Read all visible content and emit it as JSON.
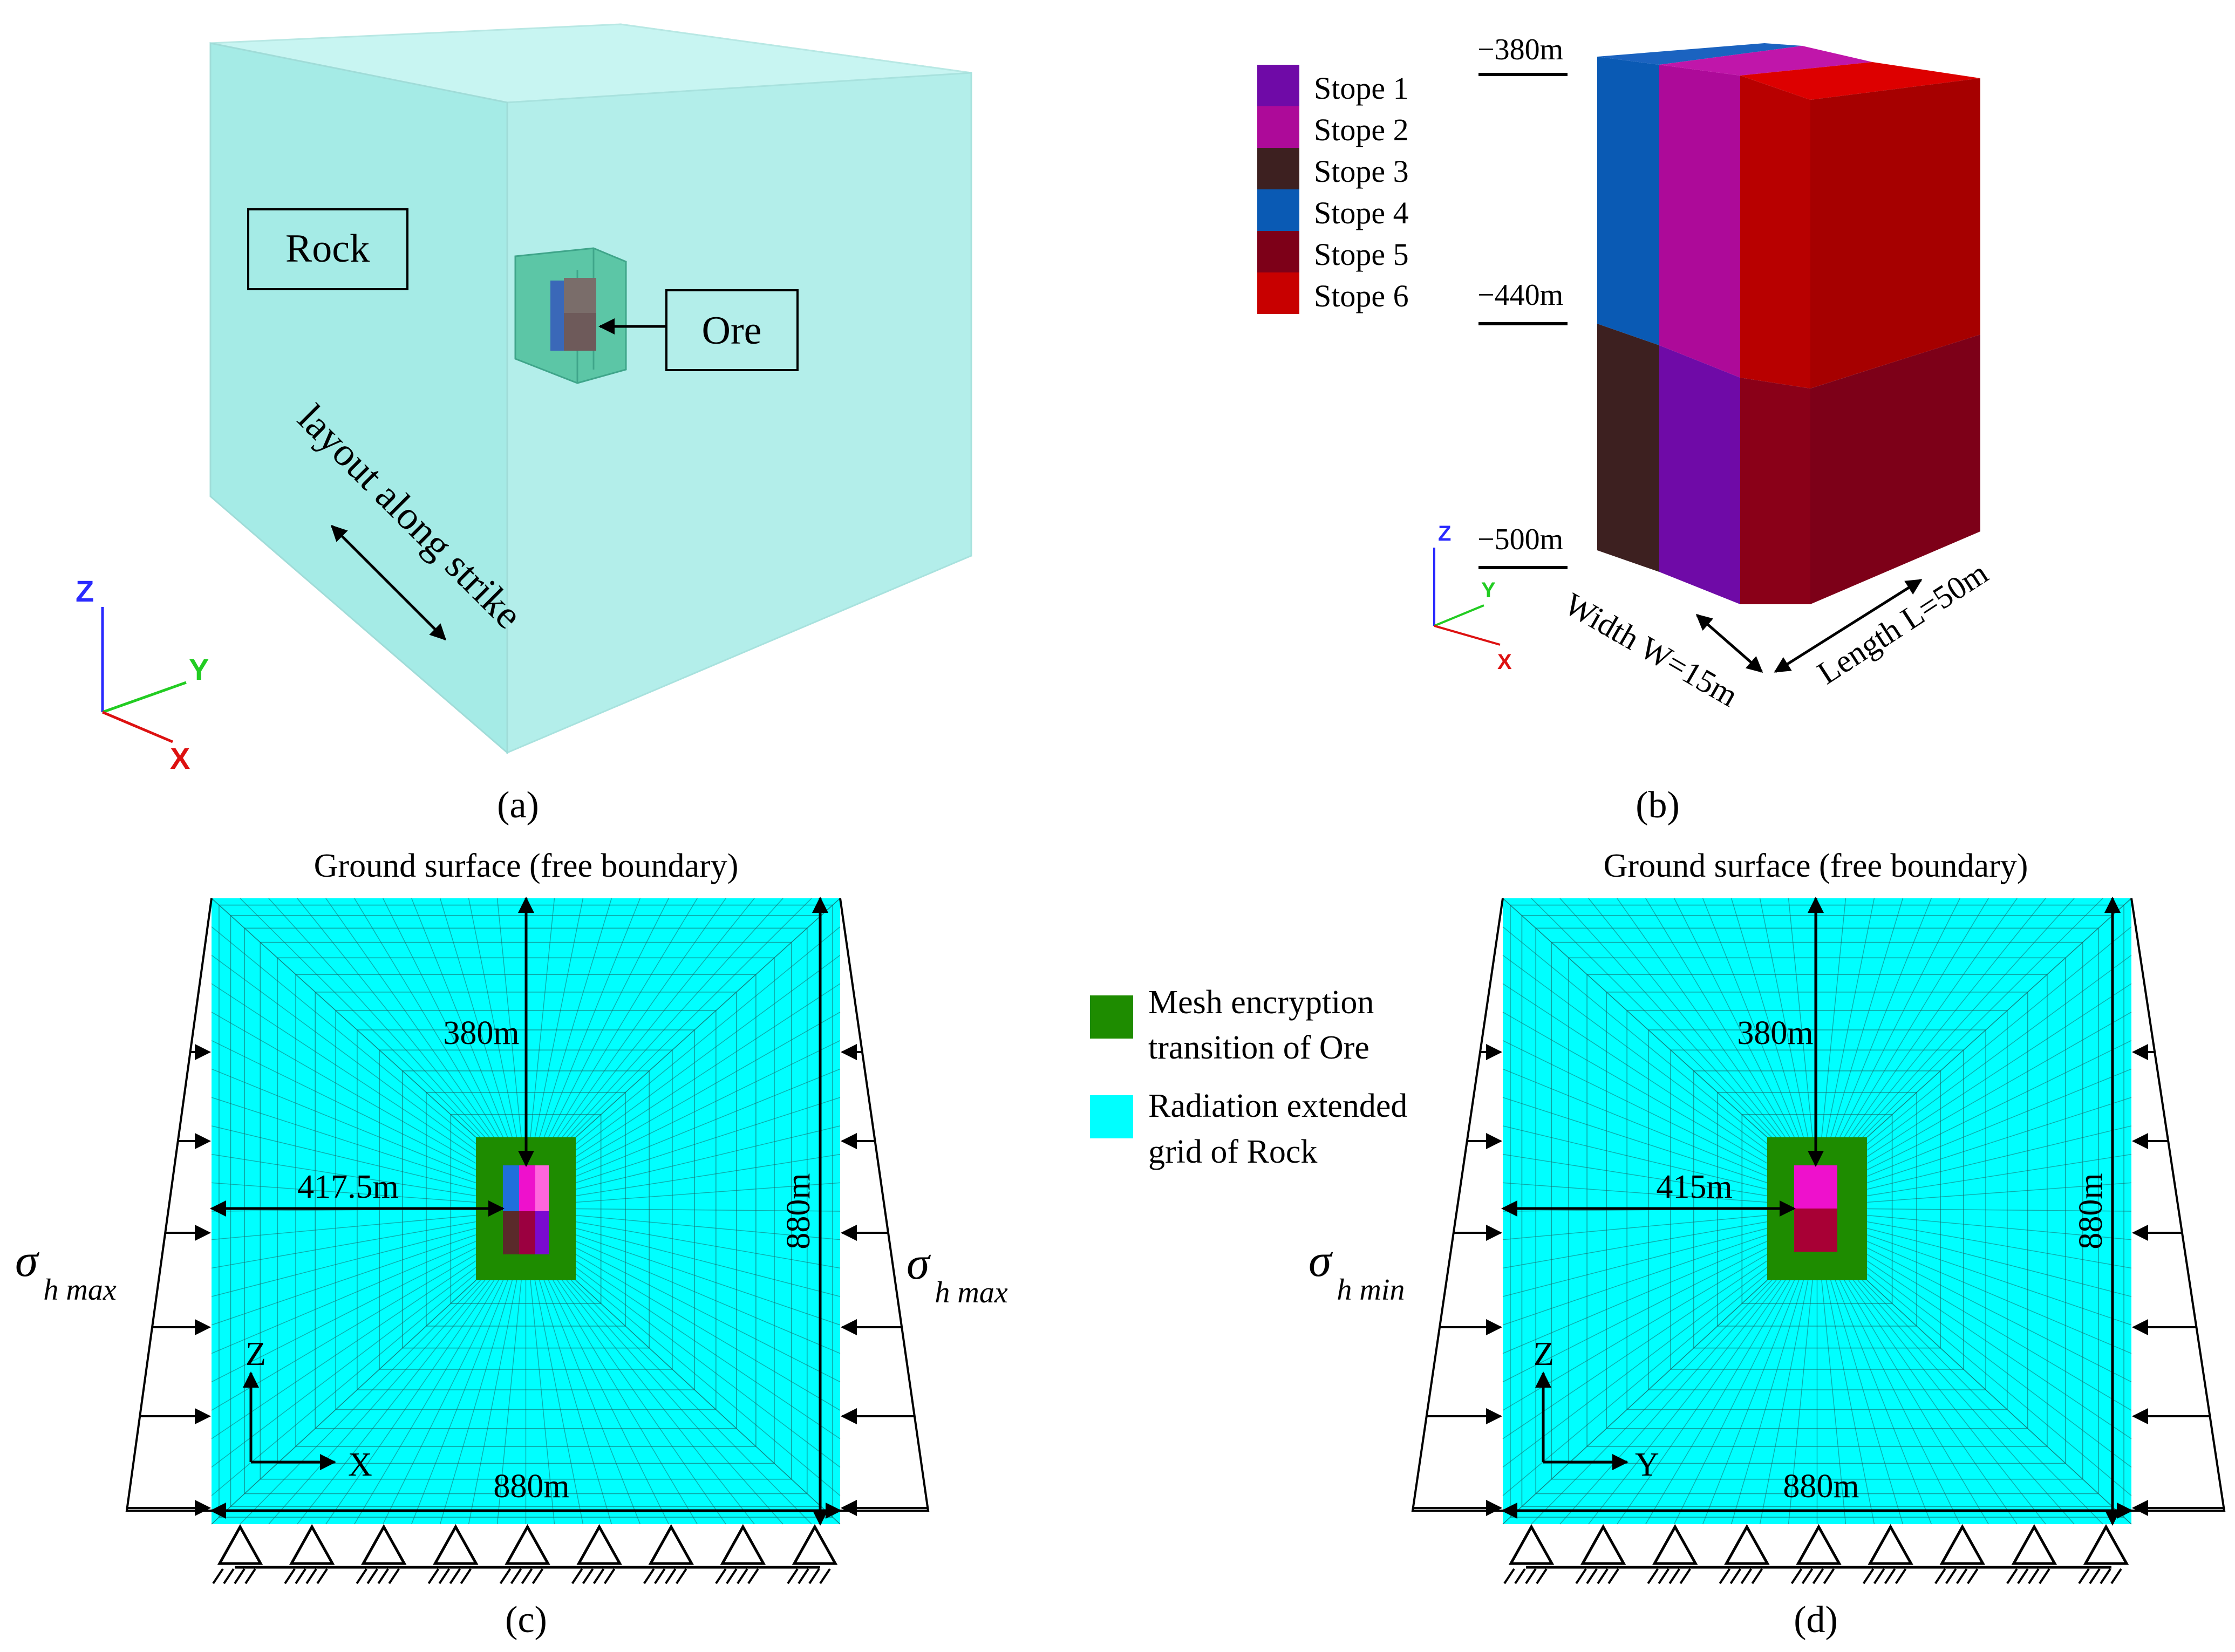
{
  "panel_a": {
    "caption": "(a)",
    "rock_label": "Rock",
    "ore_label": "Ore",
    "strike_label": "layout along strike",
    "axes": {
      "z": "Z",
      "y": "Y",
      "x": "X"
    }
  },
  "panel_b": {
    "caption": "(b)",
    "legend": [
      {
        "label": "Stope 1",
        "color": "#6f0aa7"
      },
      {
        "label": "Stope 2",
        "color": "#ad0a99"
      },
      {
        "label": "Stope 3",
        "color": "#3d2020"
      },
      {
        "label": "Stope 4",
        "color": "#0a5ab4"
      },
      {
        "label": "Stope 5",
        "color": "#7d0018"
      },
      {
        "label": "Stope 6",
        "color": "#c80000"
      }
    ],
    "depth_labels": [
      "−380m",
      "−440m",
      "−500m"
    ],
    "width_label": "Width W=15m",
    "length_label": "Length L=50m",
    "axes": {
      "z": "Z",
      "y": "Y",
      "x": "X"
    }
  },
  "panel_c": {
    "caption": "(c)",
    "title": "Ground surface (free boundary)",
    "depth_label": "380m",
    "offset_label": "417.5m",
    "height_label": "880m",
    "width_label": "880m",
    "stress_symbol": "σ",
    "stress_subscript": "h max",
    "axis_vertical": "Z",
    "axis_horizontal": "X"
  },
  "panel_d": {
    "caption": "(d)",
    "title": "Ground surface (free boundary)",
    "depth_label": "380m",
    "offset_label": "415m",
    "height_label": "880m",
    "width_label": "880m",
    "stress_symbol": "σ",
    "stress_subscript": "h min",
    "axis_vertical": "Z",
    "axis_horizontal": "Y"
  },
  "mesh_legend": [
    {
      "line1": "Mesh encryption",
      "line2": "transition of Ore",
      "color": "#1e8c00"
    },
    {
      "line1": "Radiation extended",
      "line2": "grid of Rock",
      "color": "#00ffff"
    }
  ]
}
